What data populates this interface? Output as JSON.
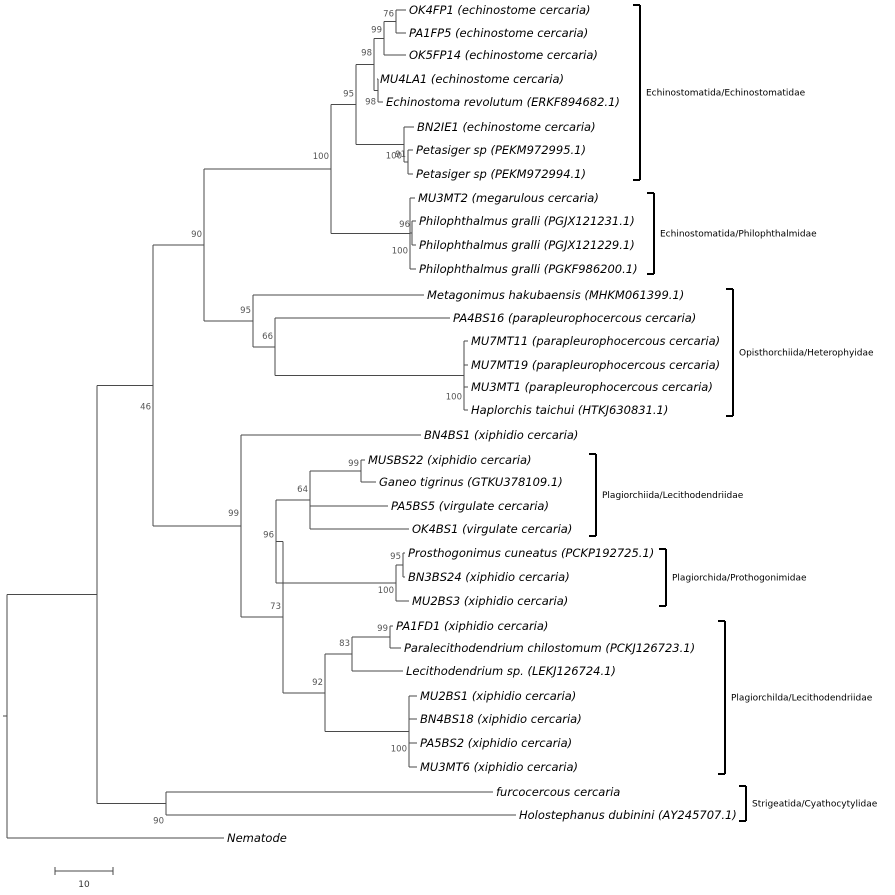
{
  "tree": {
    "taxa": [
      {
        "id": "t1",
        "label": "OK4FP1 (echinostome cercaria)"
      },
      {
        "id": "t2",
        "label": "PA1FP5 (echinostome cercaria)"
      },
      {
        "id": "t3",
        "label": "OK5FP14 (echinostome cercaria)"
      },
      {
        "id": "t4",
        "label": "MU4LA1 (echinostome cercaria)"
      },
      {
        "id": "t5",
        "label": "Echinostoma revolutum (ERKF894682.1)"
      },
      {
        "id": "t6",
        "label": "BN2IE1 (echinostome cercaria)"
      },
      {
        "id": "t7",
        "label": "Petasiger sp (PEKM972995.1)"
      },
      {
        "id": "t8",
        "label": "Petasiger sp (PEKM972994.1)"
      },
      {
        "id": "t9",
        "label": "MU3MT2  (megarulous cercaria)"
      },
      {
        "id": "t10",
        "label": "Philophthalmus gralli (PGJX121231.1)"
      },
      {
        "id": "t11",
        "label": "Philophthalmus gralli (PGJX121229.1)"
      },
      {
        "id": "t12",
        "label": "Philophthalmus gralli  (PGKF986200.1)"
      },
      {
        "id": "t13",
        "label": "Metagonimus hakubaensis (MHKM061399.1)"
      },
      {
        "id": "t14",
        "label": "PA4BS16 (parapleurophocercous cercaria)"
      },
      {
        "id": "t15",
        "label": "MU7MT11 (parapleurophocercous cercaria)"
      },
      {
        "id": "t16",
        "label": "MU7MT19 (parapleurophocercous cercaria)"
      },
      {
        "id": "t17",
        "label": "MU3MT1 (parapleurophocercous cercaria)"
      },
      {
        "id": "t18",
        "label": "Haplorchis taichui (HTKJ630831.1)"
      },
      {
        "id": "t19",
        "label": "BN4BS1 (xiphidio cercaria)"
      },
      {
        "id": "t20",
        "label": "MUSBS22 (xiphidio cercaria)"
      },
      {
        "id": "t21",
        "label": "Ganeo tigrinus (GTKU378109.1)"
      },
      {
        "id": "t22",
        "label": "PA5BS5 (virgulate cercaria)"
      },
      {
        "id": "t23",
        "label": "OK4BS1 (virgulate cercaria)"
      },
      {
        "id": "t24",
        "label": "Prosthogonimus cuneatus (PCKP192725.1)"
      },
      {
        "id": "t25",
        "label": "BN3BS24 (xiphidio cercaria)"
      },
      {
        "id": "t26",
        "label": "MU2BS3 (xiphidio cercaria)"
      },
      {
        "id": "t27",
        "label": "PA1FD1 (xiphidio cercaria)"
      },
      {
        "id": "t28",
        "label": "Paralecithodendrium chilostomum (PCKJ126723.1)"
      },
      {
        "id": "t29",
        "label": "Lecithodendrium sp. (LEKJ126724.1)"
      },
      {
        "id": "t30",
        "label": "MU2BS1 (xiphidio cercaria)"
      },
      {
        "id": "t31",
        "label": "BN4BS18 (xiphidio cercaria)"
      },
      {
        "id": "t32",
        "label": "PA5BS2 (xiphidio cercaria)"
      },
      {
        "id": "t33",
        "label": "MU3MT6 (xiphidio cercaria)"
      },
      {
        "id": "t34",
        "label": "furcocercous cercaria"
      },
      {
        "id": "t35",
        "label": "Holostephanus dubinini (AY245707.1)"
      },
      {
        "id": "t36",
        "label": "Nematode"
      }
    ],
    "bootstrap": [
      "76",
      "99",
      "98",
      "98",
      "95",
      "100",
      "91",
      "100",
      "100",
      "96",
      "90",
      "95",
      "66",
      "100",
      "99",
      "99",
      "64",
      "96",
      "95",
      "100",
      "73",
      "99",
      "83",
      "92",
      "100",
      "46",
      "90"
    ],
    "clades": [
      {
        "id": "c1",
        "label": "Echinostomatida/Echinostomatidae"
      },
      {
        "id": "c2",
        "label": "Echinostomatida/Philophthalmidae"
      },
      {
        "id": "c3",
        "label": "Opisthorchiida/Heterophyidae"
      },
      {
        "id": "c4",
        "label": "Plagiorchiida/Lecithodendriidae"
      },
      {
        "id": "c5",
        "label": "Plagiorchida/Prothogonimidae"
      },
      {
        "id": "c6",
        "label": "Plagiorchilda/Lecithodendriidae"
      },
      {
        "id": "c7",
        "label": "Strigeatida/Cyathocytylidae"
      }
    ],
    "scale_bar": {
      "value": "10"
    }
  }
}
